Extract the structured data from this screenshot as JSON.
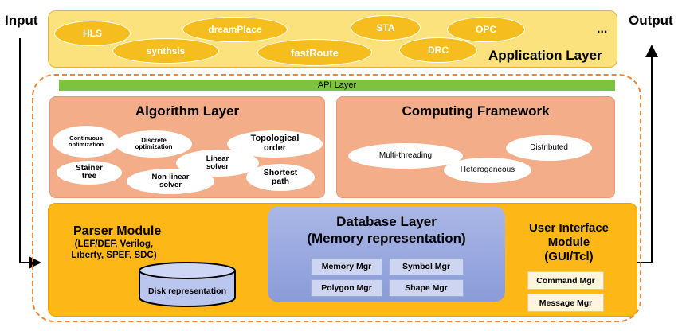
{
  "input_label": "Input",
  "output_label": "Output",
  "application_layer": {
    "title": "Application Layer",
    "apps": [
      "HLS",
      "dreamPlace",
      "STA",
      "OPC",
      "synthsis",
      "fastRoute",
      "DRC"
    ],
    "more": "..."
  },
  "api_layer": {
    "title": "API Layer"
  },
  "algorithm_layer": {
    "title": "Algorithm Layer",
    "items": [
      "Continuous optimization",
      "Discrete optimization",
      "Linear solver",
      "Topological order",
      "Stainer tree",
      "Non-linear solver",
      "Shortest path"
    ]
  },
  "computing_framework": {
    "title": "Computing Framework",
    "items": [
      "Multi-threading",
      "Heterogeneous",
      "Distributed"
    ]
  },
  "parser_module": {
    "title": "Parser Module",
    "formats": "(LEF/DEF, Verilog, Liberty, SPEF, SDC)"
  },
  "disk": {
    "label": "Disk representation"
  },
  "database_layer": {
    "title": "Database Layer",
    "subtitle": "(Memory representation)",
    "managers": [
      "Memory Mgr",
      "Symbol Mgr",
      "Polygon Mgr",
      "Shape Mgr"
    ]
  },
  "ui_module": {
    "title_line1": "User Interface",
    "title_line2": "Module",
    "title_line3": "(GUI/Tcl)",
    "managers": [
      "Command Mgr",
      "Message Mgr"
    ]
  },
  "colors": {
    "application_bg": "#fbe27c",
    "app_ellipse": "#f5bd1d",
    "api_bar": "#7cc440",
    "panel": "#f3ad88",
    "bottom_panel": "#fdb717",
    "database": "#98a8e0",
    "dashed_border": "#e8863a"
  }
}
